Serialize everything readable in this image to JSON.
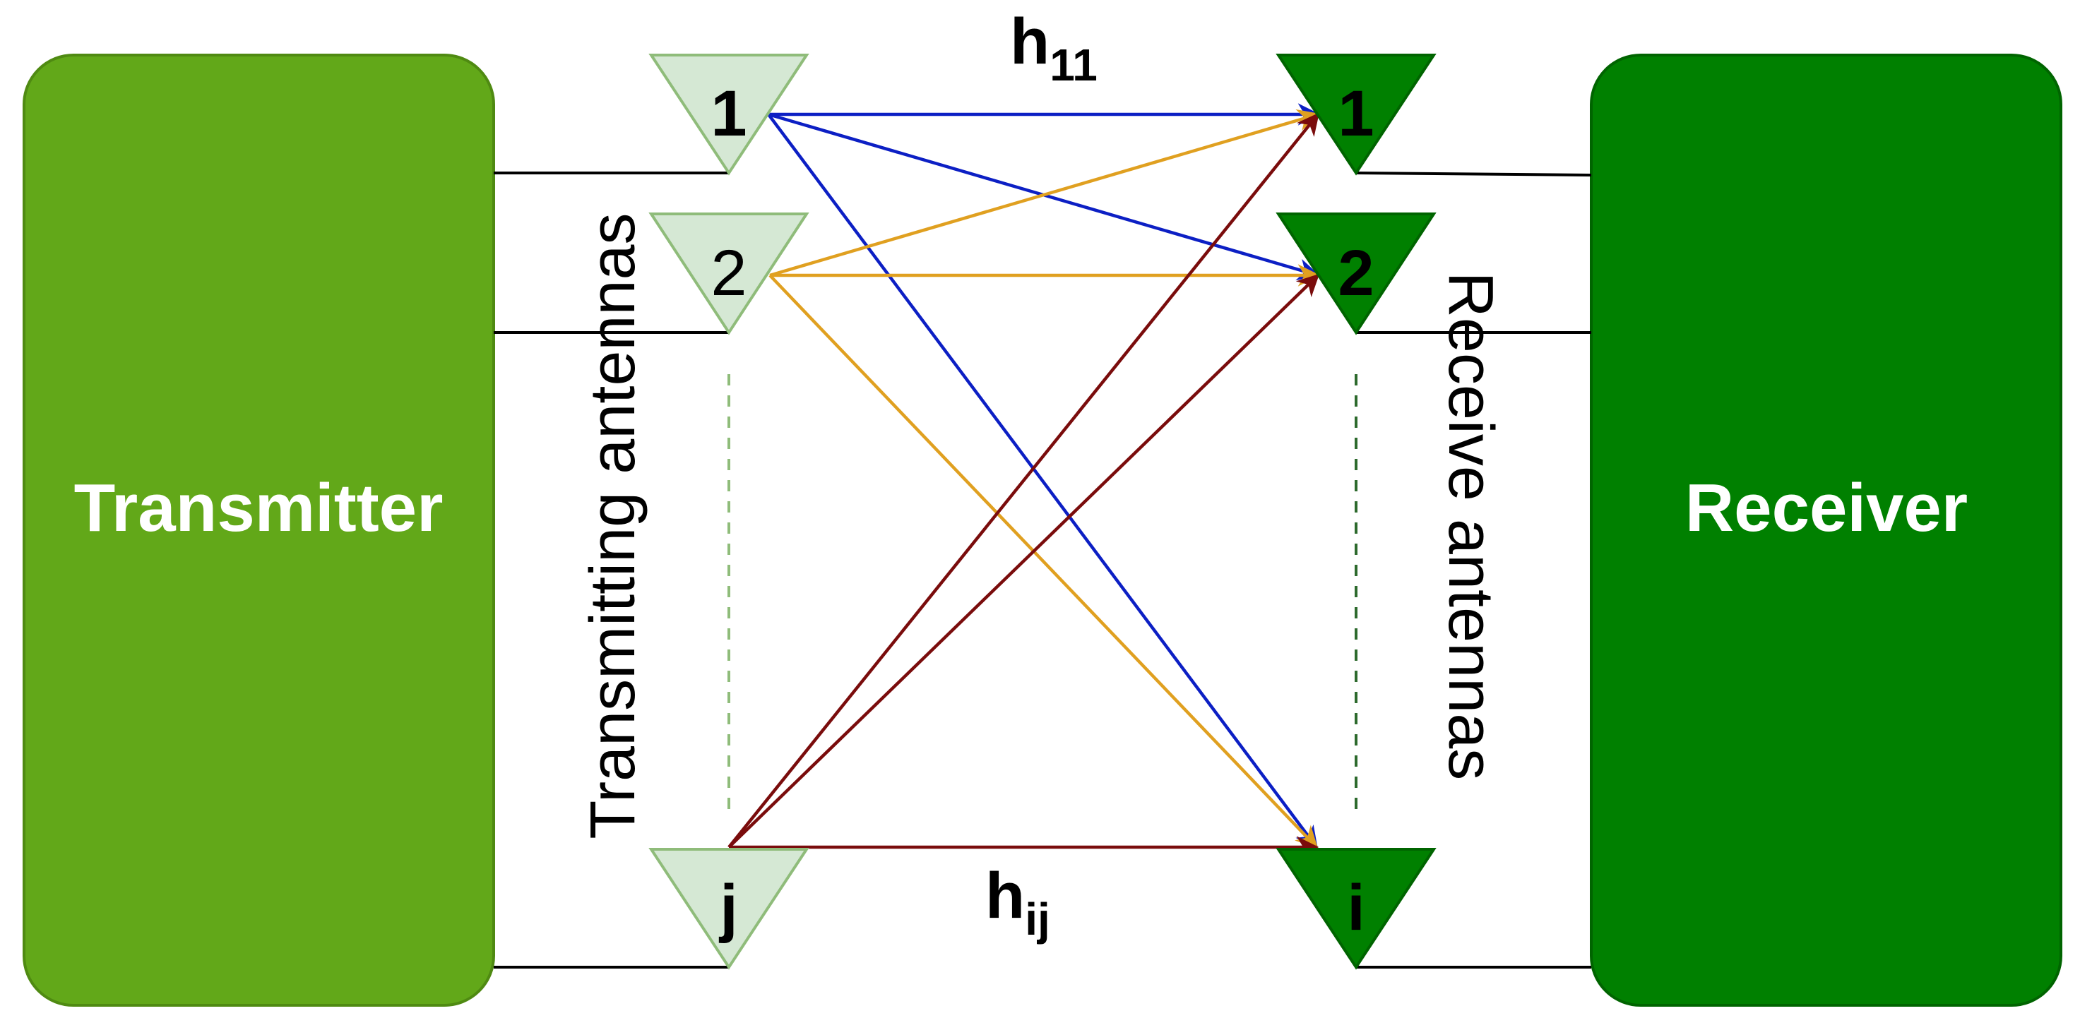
{
  "transmitter": {
    "label": "Transmitter",
    "color": "#62a819"
  },
  "receiver": {
    "label": "Receiver",
    "color": "#008000"
  },
  "tx_axis_label": "Transmitting antennas",
  "rx_axis_label": "Receive antennas",
  "tx_antennas": [
    {
      "id": "1",
      "bold": true
    },
    {
      "id": "2",
      "bold": false
    },
    {
      "id": "j",
      "bold": true
    }
  ],
  "rx_antennas": [
    {
      "id": "1"
    },
    {
      "id": "2"
    },
    {
      "id": "i"
    }
  ],
  "tx_antenna_color": "#d5e8d4",
  "tx_antenna_stroke": "#8fbc7a",
  "rx_antenna_color": "#008000",
  "channel_labels": {
    "top": {
      "base": "h",
      "sub": "11"
    },
    "bottom": {
      "base": "h",
      "sub": "ij"
    }
  },
  "links": [
    {
      "from": "1",
      "to": "1",
      "color": "#0c1fc4"
    },
    {
      "from": "1",
      "to": "2",
      "color": "#0c1fc4"
    },
    {
      "from": "1",
      "to": "i",
      "color": "#0c1fc4"
    },
    {
      "from": "2",
      "to": "1",
      "color": "#e0a020"
    },
    {
      "from": "2",
      "to": "2",
      "color": "#e0a020"
    },
    {
      "from": "2",
      "to": "i",
      "color": "#e0a020"
    },
    {
      "from": "j",
      "to": "1",
      "color": "#7a0c0c"
    },
    {
      "from": "j",
      "to": "2",
      "color": "#7a0c0c"
    },
    {
      "from": "j",
      "to": "i",
      "color": "#7a0c0c"
    }
  ]
}
